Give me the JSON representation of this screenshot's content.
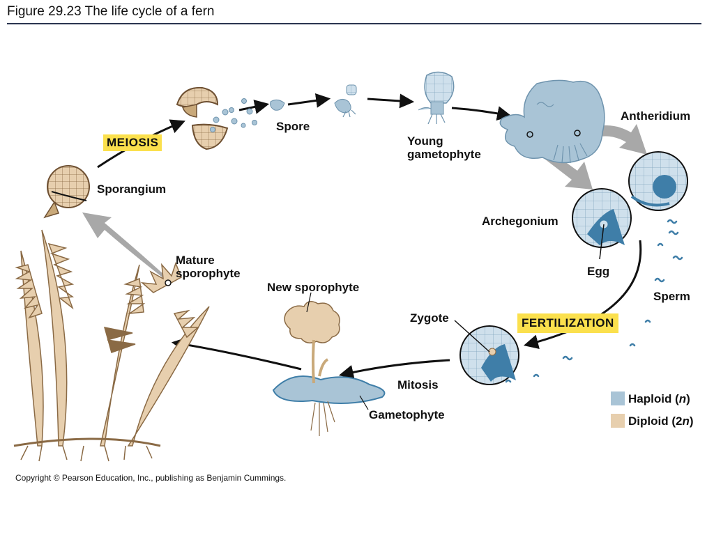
{
  "header": {
    "title": "Figure 29.23  The life cycle of a fern"
  },
  "labels": {
    "spore": "Spore",
    "young_gametophyte_1": "Young",
    "young_gametophyte_2": "gametophyte",
    "antheridium": "Antheridium",
    "meiosis": "MEIOSIS",
    "sporangium": "Sporangium",
    "archegonium": "Archegonium",
    "mature_sporophyte_1": "Mature",
    "mature_sporophyte_2": "sporophyte",
    "egg": "Egg",
    "new_sporophyte": "New sporophyte",
    "sperm": "Sperm",
    "zygote": "Zygote",
    "fertilization": "FERTILIZATION",
    "mitosis": "Mitosis",
    "gametophyte": "Gametophyte"
  },
  "legend": {
    "haploid_label": "Haploid (",
    "haploid_n": "n",
    "haploid_close": ")",
    "haploid_color": "#a9c4d6",
    "diploid_label": "Diploid (2",
    "diploid_n": "n",
    "diploid_close": ")",
    "diploid_color": "#e7cfae"
  },
  "colors": {
    "haploid": "#a9c4d6",
    "haploid_dark": "#3f7ea8",
    "diploid": "#e7cfae",
    "diploid_dark": "#8a6a45",
    "highlight": "#fbe04d"
  },
  "footer": {
    "copyright": "Copyright © Pearson Education, Inc., publishing as Benjamin Cummings."
  }
}
